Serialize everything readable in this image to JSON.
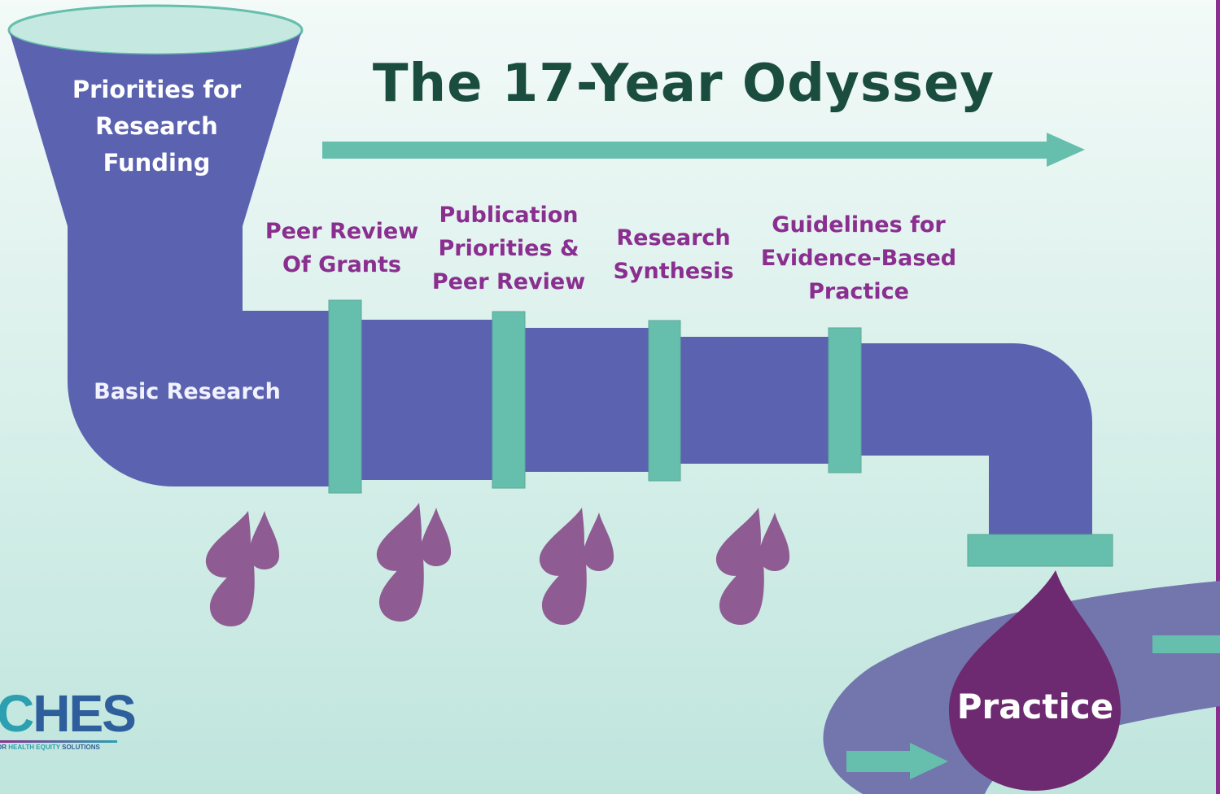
{
  "diagram": {
    "title": "The 17-Year Odyssey",
    "funnel_label": "Priorities for Research Funding",
    "basic_research_label": "Basic Research",
    "stages": [
      {
        "label": "Peer Review Of Grants"
      },
      {
        "label": "Publication Priorities & Peer Review"
      },
      {
        "label": "Research Synthesis"
      },
      {
        "label": "Guidelines for Evidence-Based Practice"
      }
    ],
    "outcome_label": "Practice"
  },
  "logo": {
    "word_part1": "C",
    "word_part2": "HES",
    "tagline_prefix": "OR ",
    "tagline_highlight": "HEALTH EQUITY",
    "tagline_suffix": " SOLUTIONS"
  },
  "colors": {
    "pipe": "#5b63b0",
    "band": "#66bfad",
    "drop": "#8e5c92",
    "practice_drop": "#6d2a70",
    "river": "#7276ac",
    "title": "#1b4d3e",
    "stage_text": "#8a2e8f",
    "background_top": "#f3faf8",
    "background_bottom": "#c0e6de"
  }
}
